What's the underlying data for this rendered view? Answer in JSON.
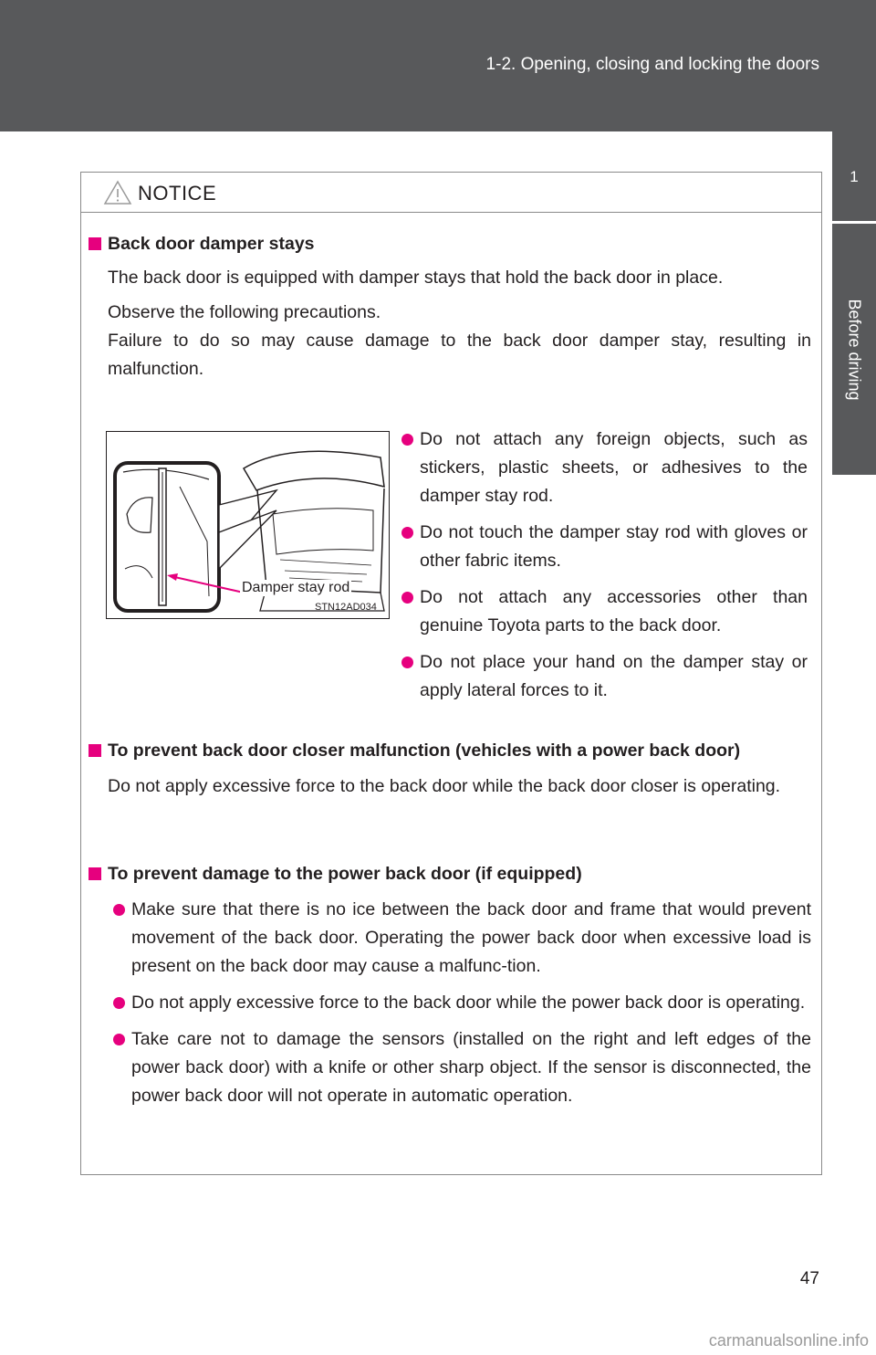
{
  "header": {
    "title": "1-2. Opening, closing and locking the doors"
  },
  "side_tab": {
    "number": "1",
    "label": "Before driving"
  },
  "notice": {
    "title": "NOTICE",
    "sections": [
      {
        "heading": "Back door damper stays",
        "paragraphs": [
          "The back door is equipped with damper stays that hold the back door in place.",
          "Observe the following precautions.",
          "Failure to do so may cause damage to the back door damper stay, resulting in malfunction."
        ],
        "bullets": [
          "Do not attach any foreign objects, such as stickers, plastic sheets, or adhesives to the damper stay rod.",
          "Do not touch the damper stay rod with gloves or other fabric items.",
          "Do not attach any accessories other than genuine Toyota parts to the back door.",
          "Do not place your hand on the damper stay or apply lateral forces to it."
        ]
      },
      {
        "heading": "To prevent back door closer malfunction (vehicles with a power back door)",
        "paragraphs": [
          "Do not apply excessive force to the back door while the back door closer is operating."
        ]
      },
      {
        "heading": "To prevent damage to the power back door (if equipped)",
        "bullets": [
          "Make sure that there is no ice between the back door and frame that would prevent movement of the back door. Operating the power back door when excessive load is present on the back door may cause a malfunc-tion.",
          "Do not apply excessive force to the back door while the power back door is operating.",
          "Take care not to damage the sensors (installed on the right and left edges of the power back door) with a knife or other sharp object. If the sensor is disconnected, the power back door will not operate in automatic operation."
        ]
      }
    ]
  },
  "figure": {
    "label": "Damper stay rod",
    "code": "STN12AD034"
  },
  "page_number": "47",
  "watermark": "carmanualsonline.info",
  "colors": {
    "accent": "#e6007e",
    "band": "#58595b"
  }
}
